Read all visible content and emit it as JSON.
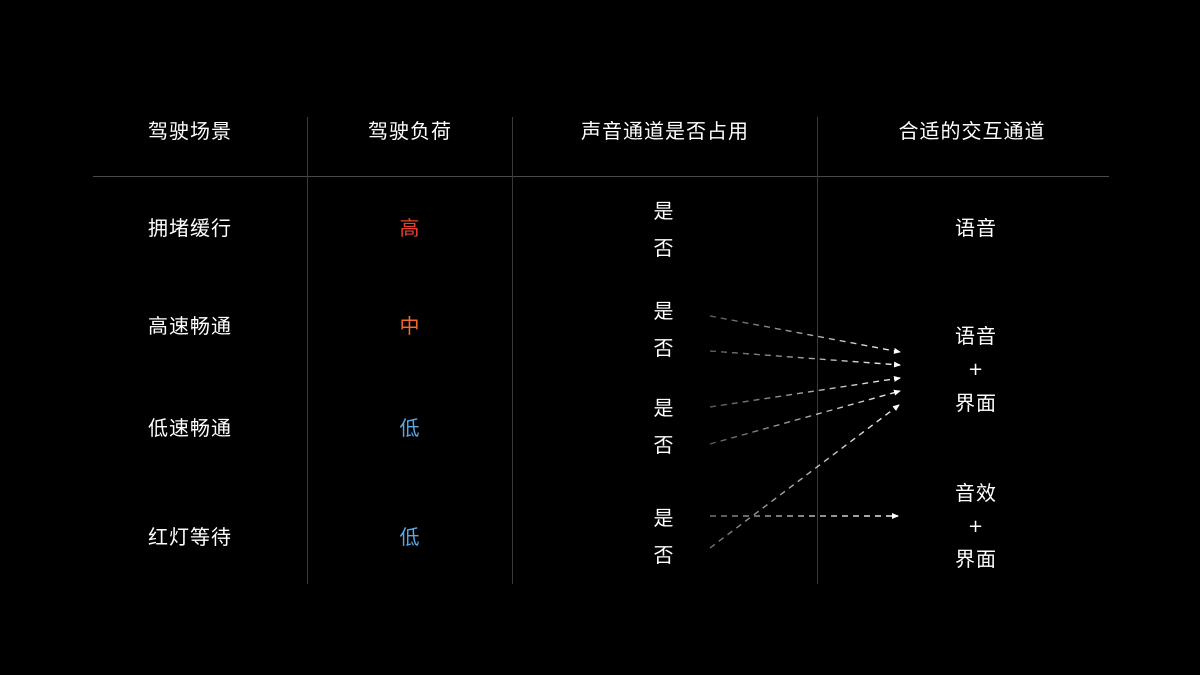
{
  "headers": {
    "scene": "驾驶场景",
    "load": "驾驶负荷",
    "voice_occupied": "声音通道是否占用",
    "channel": "合适的交互通道"
  },
  "rows": [
    {
      "scene": "拥堵缓行",
      "load": "高",
      "load_color": "#e8412c",
      "yes": "是",
      "no": "否"
    },
    {
      "scene": "高速畅通",
      "load": "中",
      "load_color": "#f06a2a",
      "yes": "是",
      "no": "否"
    },
    {
      "scene": "低速畅通",
      "load": "低",
      "load_color": "#5aa8e6",
      "yes": "是",
      "no": "否"
    },
    {
      "scene": "红灯等待",
      "load": "低",
      "load_color": "#5aa8e6",
      "yes": "是",
      "no": "否"
    }
  ],
  "channels": {
    "voice": "语音",
    "voice_ui": {
      "line1": "语音",
      "plus": "+",
      "line2": "界面"
    },
    "sfx_ui": {
      "line1": "音效",
      "plus": "+",
      "line2": "界面"
    }
  },
  "colors": {
    "background": "#000000",
    "text": "#ffffff",
    "load_high": "#e8412c",
    "load_mid": "#f06a2a",
    "load_low": "#5aa8e6"
  }
}
